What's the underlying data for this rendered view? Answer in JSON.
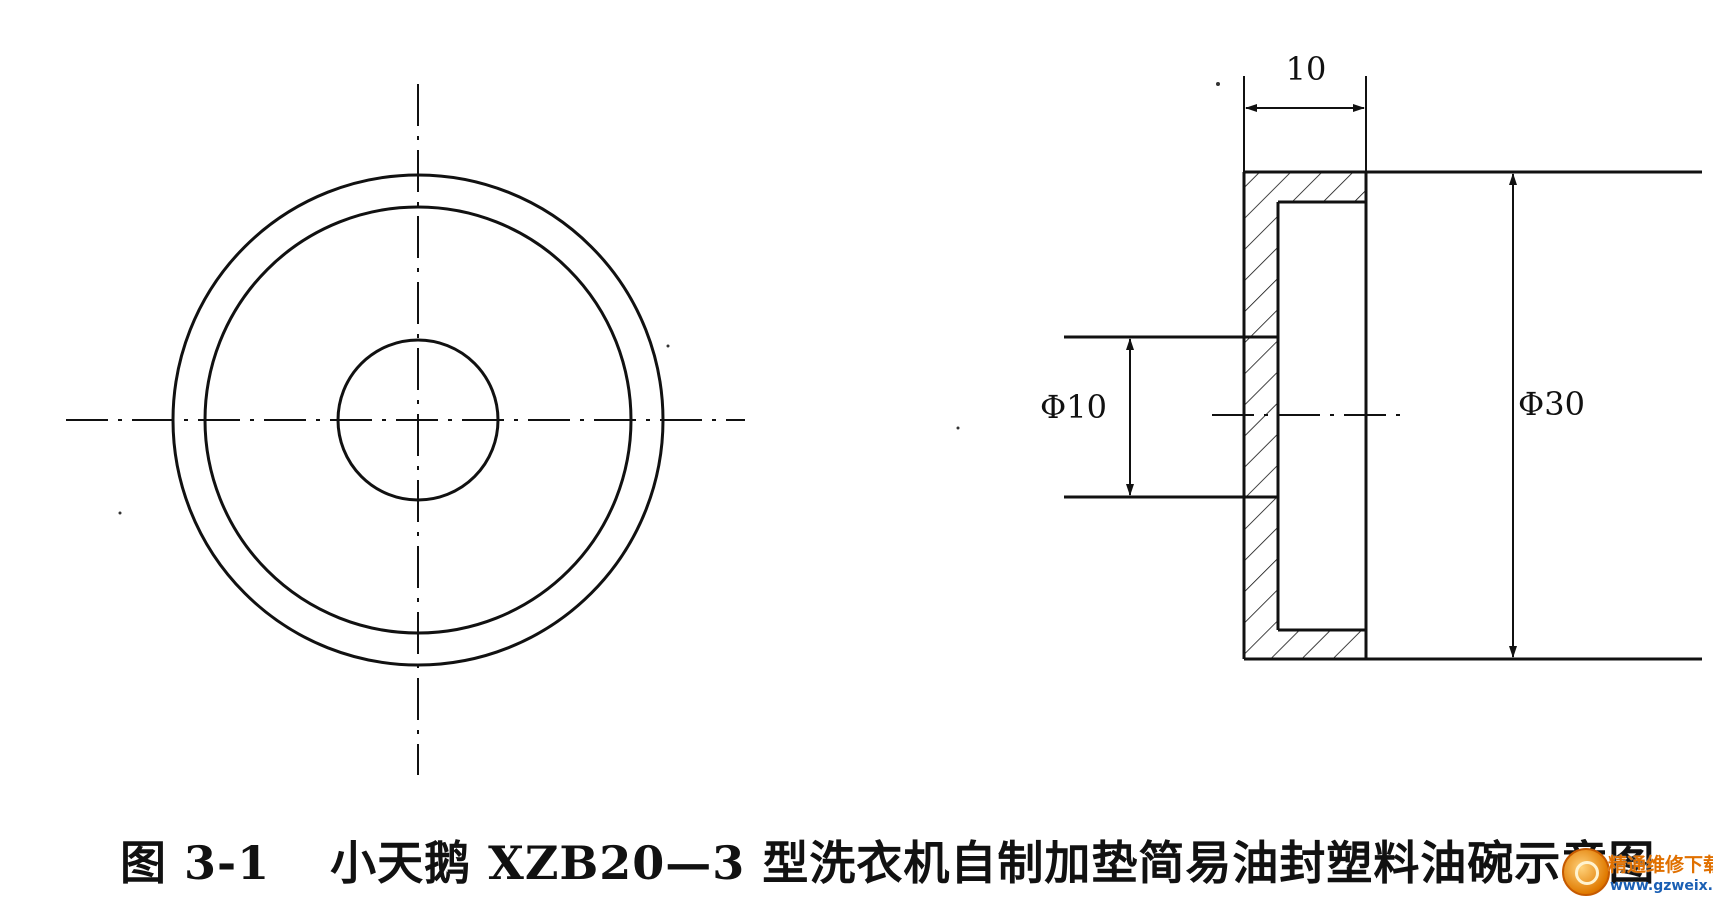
{
  "figure": {
    "number": "图 3-1",
    "title": "小天鹅 XZB20—3 型洗衣机自制加垫简易油封塑料油碗示意图"
  },
  "dimensions": {
    "width_label": "10",
    "inner_diameter_label": "Φ10",
    "outer_diameter_label": "Φ30"
  },
  "watermark": {
    "text": "精通维修下载",
    "url": "www.gzweix.com"
  }
}
